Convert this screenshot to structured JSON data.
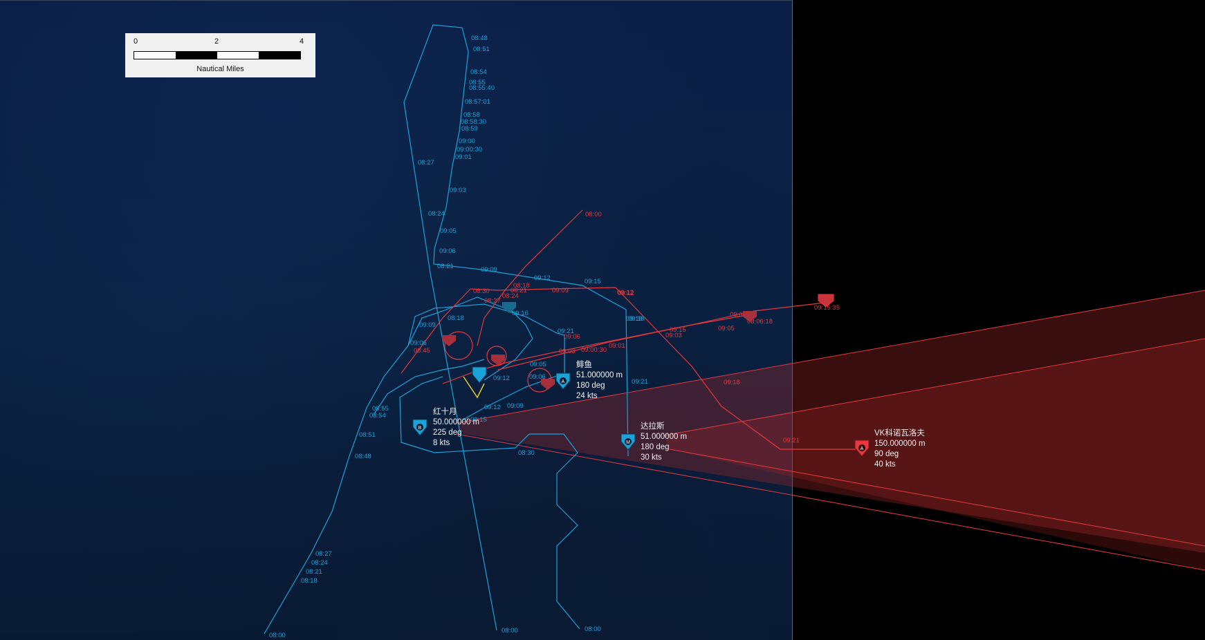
{
  "scale_bar": {
    "ticks": [
      "0",
      "2",
      "4"
    ],
    "unit": "Nautical Miles"
  },
  "vessels": {
    "jiyu": {
      "name": "鲱鱼",
      "depth": "51.000000 m",
      "course": "180 deg",
      "speed": "24 kts",
      "symbol": "A"
    },
    "hongshiyue": {
      "name": "红十月",
      "depth": "50.000000 m",
      "course": "225 deg",
      "speed": "8 kts",
      "symbol": "B"
    },
    "dalasi": {
      "name": "达拉斯",
      "depth": "51.000000 m",
      "course": "180 deg",
      "speed": "30 kts",
      "symbol": "M"
    },
    "vk": {
      "name": "VK科诺瓦洛夫",
      "depth": "150.000000 m",
      "course": "90 deg",
      "speed": "40 kts",
      "symbol": "A"
    }
  },
  "track_labels_blue": [
    "08:48",
    "08:51",
    "08:54",
    "08:55",
    "08:55:40",
    "08:57:01",
    "08:58",
    "08:58:30",
    "08:59",
    "09:00",
    "09:00:30",
    "09:01",
    "08:27",
    "09:03",
    "08:24",
    "09:05",
    "09:06",
    "08:21",
    "09:09",
    "09:12",
    "09:15",
    "09:18",
    "09:21",
    "08:18",
    "09:09",
    "09:06",
    "08:51",
    "08:48",
    "08:54",
    "08:55",
    "08:27",
    "08:24",
    "08:21",
    "08:18",
    "08:00",
    "08:00",
    "08:00",
    "08:30",
    "09:12",
    "09:09",
    "09:15",
    "09:18",
    "09:21",
    "09:16",
    "09:12",
    "09:05",
    "09:06"
  ],
  "track_labels_red": [
    "08:00",
    "08:30",
    "08:18",
    "08:21",
    "08:24",
    "09:09",
    "09:12",
    "09:15",
    "09:18",
    "09:21",
    "08:27",
    "09:05",
    "09:06",
    "09:03",
    "09:01",
    "09:00:30",
    "09:05",
    "09:03",
    "09:15:35",
    "08:06:18",
    "08:45",
    "09:12"
  ],
  "colors": {
    "friendly": "#1aa3d9",
    "hostile": "#e8373d",
    "sea": "#0a2244",
    "panel": "#f0f0f0"
  },
  "icons": {
    "friendly_sub": "submarine-friendly-icon",
    "hostile_sub": "submarine-hostile-icon"
  }
}
